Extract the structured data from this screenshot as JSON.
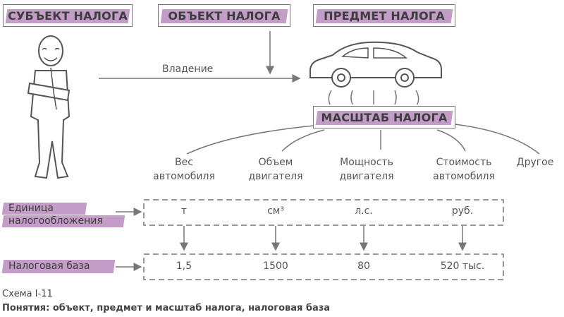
{
  "boxes": {
    "subject": "СУБЪЕКТ НАЛОГА",
    "object": "ОБЪЕКТ НАЛОГА",
    "item": "ПРЕДМЕТ НАЛОГА",
    "scale": "МАСШТАБ НАЛОГА"
  },
  "ownership_label": "Владение",
  "categories": [
    {
      "line1": "Вес",
      "line2": "автомобиля"
    },
    {
      "line1": "Объем",
      "line2": "двигателя"
    },
    {
      "line1": "Мощность",
      "line2": "двигателя"
    },
    {
      "line1": "Стоимость",
      "line2": "автомобиля"
    },
    {
      "line1": "Другое",
      "line2": ""
    }
  ],
  "unit_row": {
    "label_line1": "Единица",
    "label_line2": "налогообложения",
    "values": [
      "т",
      "см³",
      "л.с.",
      "руб."
    ]
  },
  "base_row": {
    "label": "Налоговая база",
    "values": [
      "1,5",
      "1500",
      "80",
      "520 тыс."
    ]
  },
  "caption": {
    "scheme": "Схема I-11",
    "title": "Понятия: объект, предмет и масштаб налога, налоговая база"
  },
  "icons": {
    "person": "person-figure-icon",
    "car": "car-icon"
  },
  "colors": {
    "highlight": "#b98bbd",
    "line": "#777777"
  }
}
